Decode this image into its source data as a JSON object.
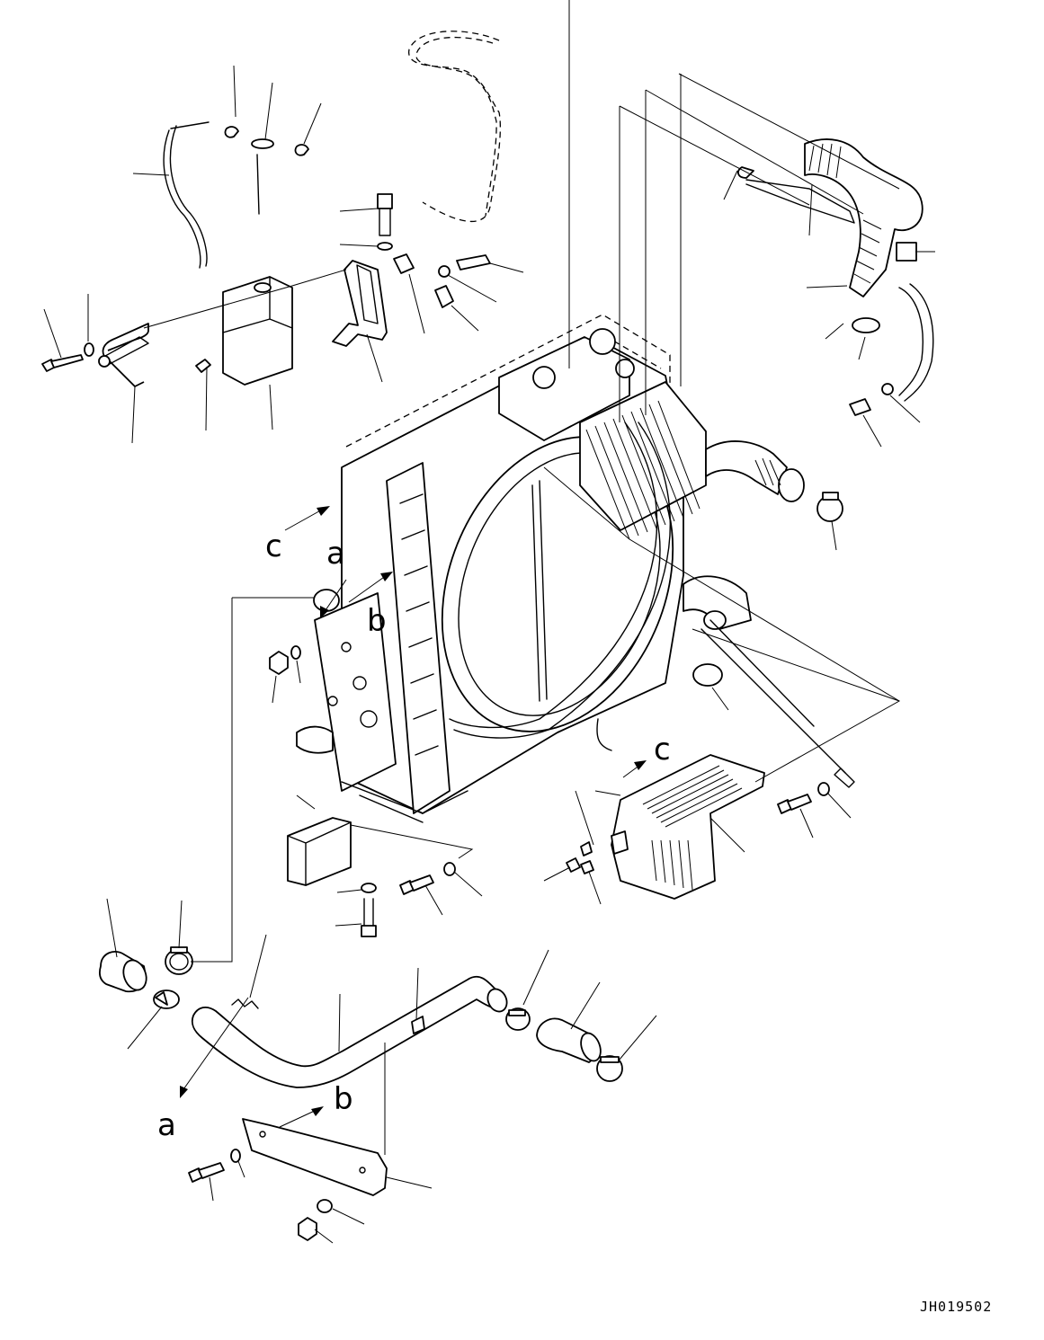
{
  "drawing": {
    "code": "JH019502"
  },
  "labels": {
    "a_top": "a",
    "a_bottom": "a",
    "b_top": "b",
    "b_bottom": "b",
    "c_left": "c",
    "c_right": "c"
  }
}
